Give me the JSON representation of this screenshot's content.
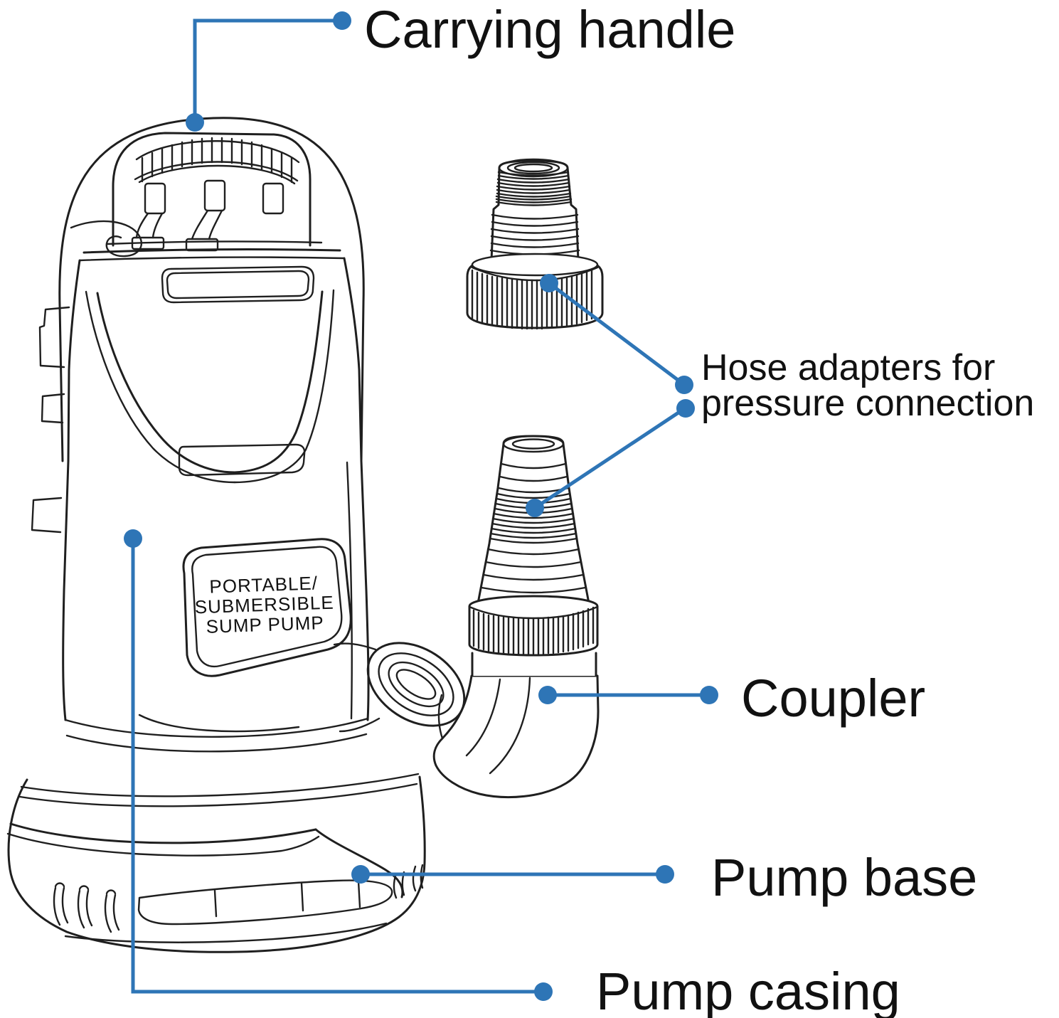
{
  "figure": {
    "background": "#ffffff",
    "colors": {
      "leader": "#2e75b6",
      "ink": "#1f1f1f",
      "label_text": "#111111"
    },
    "callouts": {
      "carrying_handle": {
        "label": "Carrying handle"
      },
      "hose_adapters": {
        "label_line1": "Hose adapters for",
        "label_line2": "pressure connection"
      },
      "coupler": {
        "label": "Coupler"
      },
      "pump_base": {
        "label": "Pump base"
      },
      "pump_casing": {
        "label": "Pump casing"
      }
    },
    "pump_plate": {
      "line1": "PORTABLE/",
      "line2": "SUBMERSIBLE",
      "line3": "SUMP PUMP"
    }
  }
}
